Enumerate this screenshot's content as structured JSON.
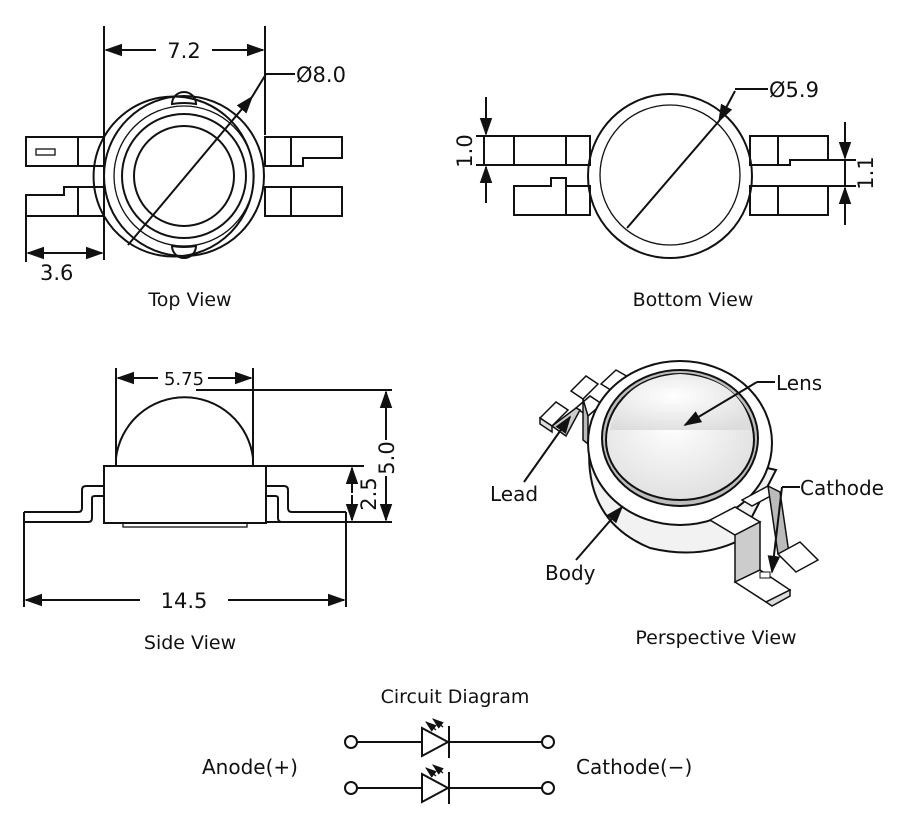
{
  "views": {
    "top": {
      "caption": "Top View",
      "dim_width": "7.2",
      "dim_diameter": "Ø8.0",
      "dim_lead": "3.6"
    },
    "bottom": {
      "caption": "Bottom View",
      "dim_diameter": "Ø5.9",
      "dim_left_gap": "1.0",
      "dim_right_gap": "1.1"
    },
    "side": {
      "caption": "Side View",
      "dim_lens_width": "5.75",
      "dim_total_height": "5.0",
      "dim_body_height": "2.5",
      "dim_total_length": "14.5"
    },
    "perspective": {
      "caption": "Perspective View",
      "callouts": [
        "Lens",
        "Lead",
        "Cathode",
        "Body"
      ]
    }
  },
  "circuit": {
    "title": "Circuit Diagram",
    "anode_label": "Anode(+)",
    "cathode_label": "Cathode(−)"
  },
  "colors": {
    "lens_fill": "#d9d9d9",
    "ring_fill": "#a8a8a8",
    "pad_fill": "#e6e6e6",
    "line": "#111111"
  }
}
